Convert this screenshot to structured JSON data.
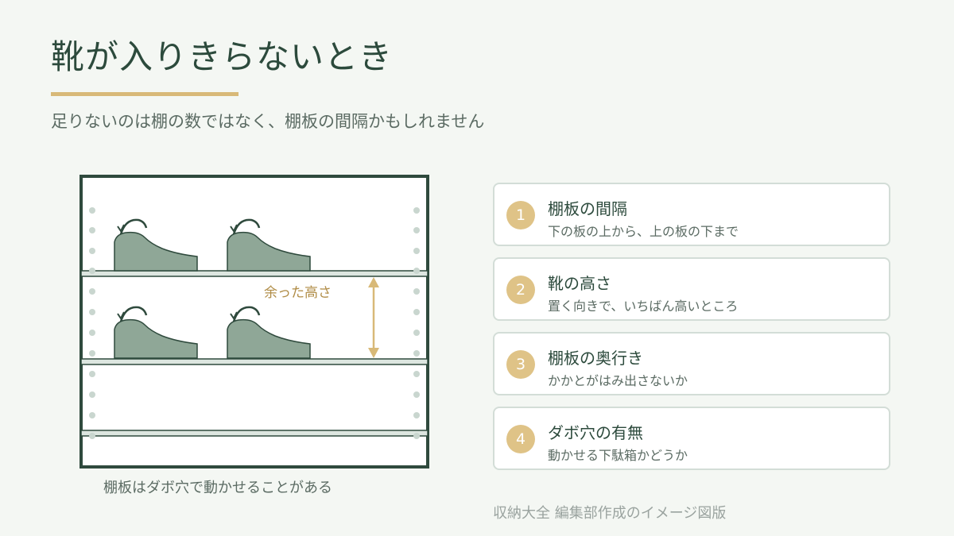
{
  "title": "靴が入りきらないとき",
  "subtitle": "足りないのは棚の数ではなく、棚板の間隔かもしれません",
  "diagram": {
    "space_label": "余った高さ",
    "caption": "棚板はダボ穴で動かせることがある"
  },
  "items": [
    {
      "num": "1",
      "head": "棚板の間隔",
      "desc": "下の板の上から、上の板の下まで"
    },
    {
      "num": "2",
      "head": "靴の高さ",
      "desc": "置く向きで、いちばん高いところ"
    },
    {
      "num": "3",
      "head": "棚板の奥行き",
      "desc": "かかとがはみ出さないか"
    },
    {
      "num": "4",
      "head": "ダボ穴の有無",
      "desc": "動かせる下駄箱かどうか"
    }
  ],
  "credit": "収納大全 編集部作成のイメージ図版",
  "colors": {
    "frame": "#2f4a3d",
    "shoe": "#8fa797",
    "shelf": "#dde6e0",
    "accent": "#d8b978",
    "hole": "#c9d6cf"
  }
}
